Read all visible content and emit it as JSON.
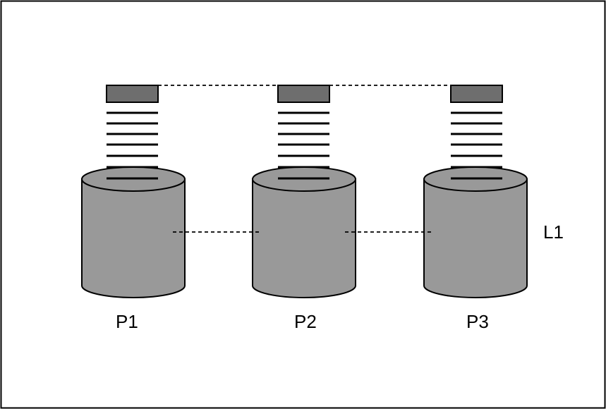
{
  "diagram": {
    "labels": {
      "p1": "P1",
      "p2": "P2",
      "p3": "P3",
      "l1": "L1"
    },
    "colors": {
      "border": "#000000",
      "cylinder_fill": "#999999",
      "cap_fill": "#6e6e6e",
      "stroke": "#000000",
      "background": "#ffffff"
    }
  }
}
